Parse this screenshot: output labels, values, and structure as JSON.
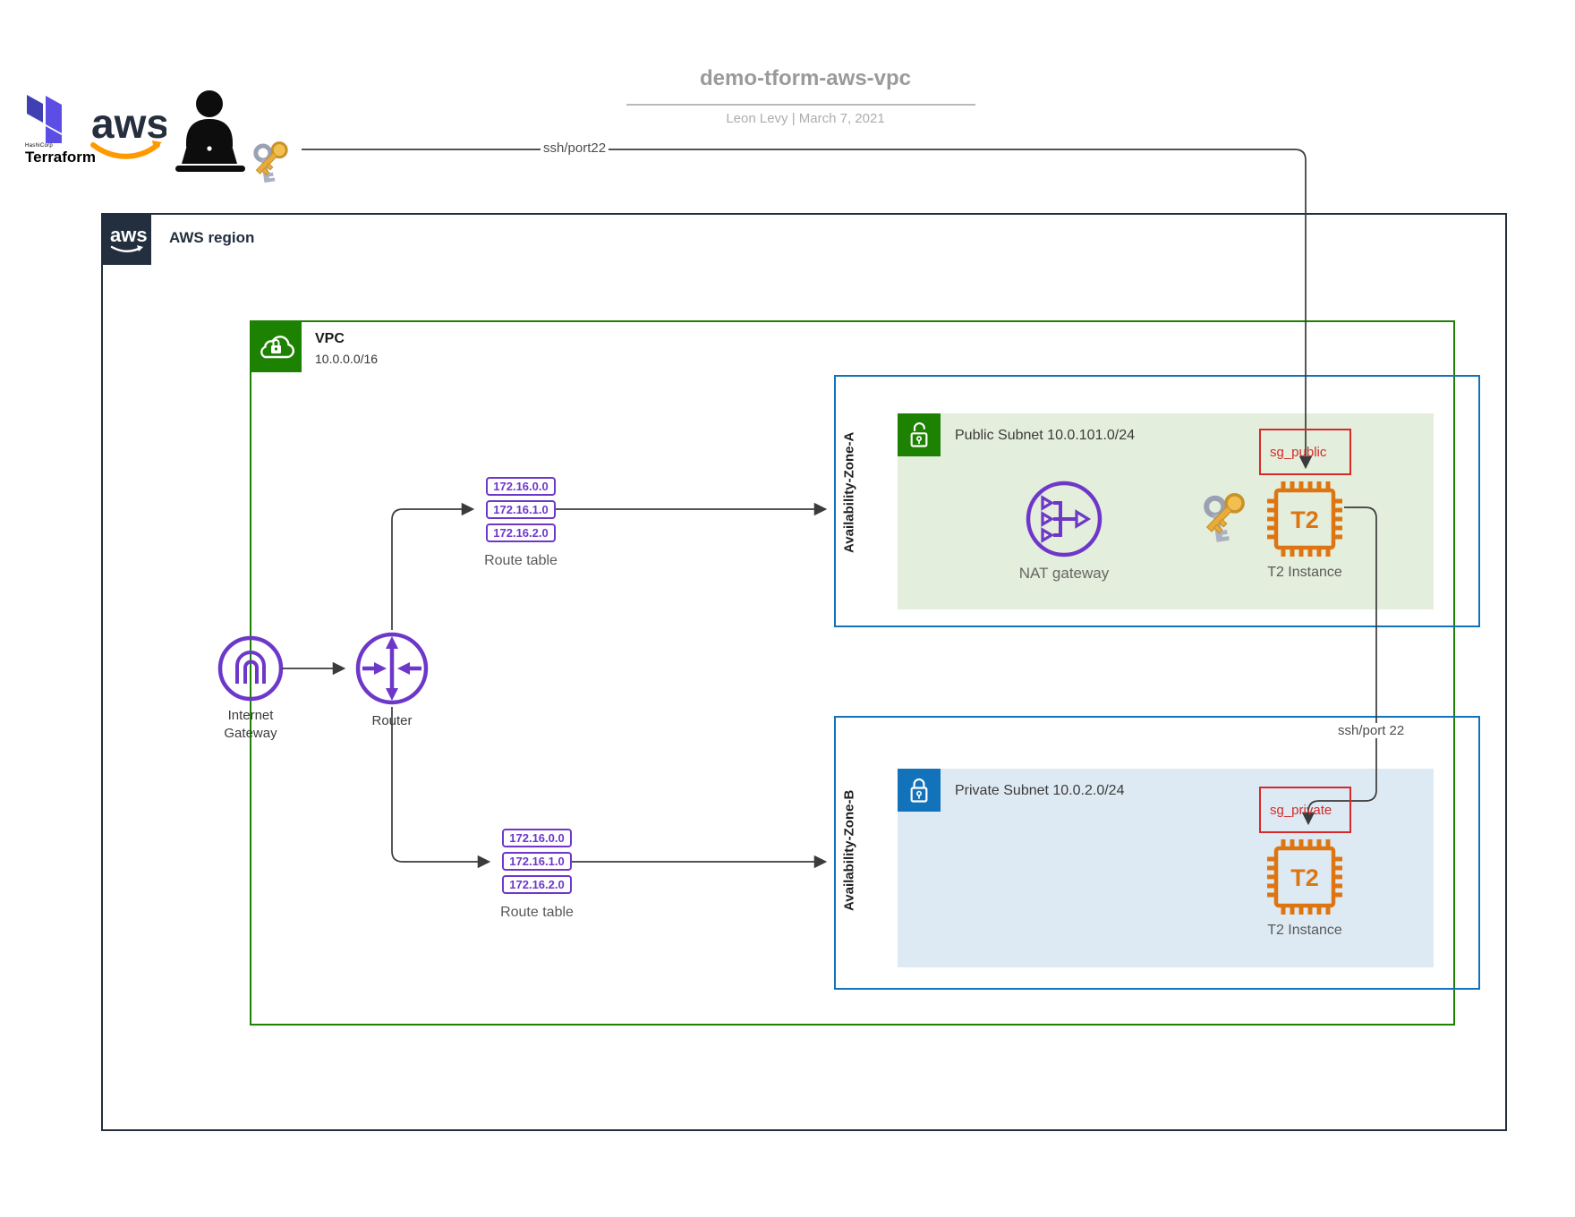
{
  "header": {
    "title": "demo-tform-aws-vpc",
    "subtitle": "Leon Levy  |  March 7, 2021",
    "terraform_brand": "HashiCorp",
    "terraform_name": "Terraform",
    "aws_logo_text": "aws"
  },
  "connections": {
    "ssh_top_label": "ssh/port22",
    "ssh_mid_label": "ssh/port 22"
  },
  "region": {
    "badge_text": "aws",
    "label": "AWS region"
  },
  "vpc": {
    "label": "VPC",
    "cidr": "10.0.0.0/16"
  },
  "gateway": {
    "line1": "Internet",
    "line2": "Gateway"
  },
  "router": {
    "label": "Router"
  },
  "route_tables": {
    "a": {
      "entries": [
        "172.16.0.0",
        "172.16.1.0",
        "172.16.2.0"
      ],
      "label": "Route table"
    },
    "b": {
      "entries": [
        "172.16.0.0",
        "172.16.1.0",
        "172.16.2.0"
      ],
      "label": "Route table"
    }
  },
  "zones": {
    "a": {
      "label": "Availability-Zone-A",
      "subnet_title": "Public Subnet 10.0.101.0/24",
      "nat_label": "NAT gateway",
      "sg_label": "sg_public",
      "chip_text": "T2",
      "instance_label": "T2 Instance"
    },
    "b": {
      "label": "Availability-Zone-B",
      "subnet_title": "Private Subnet 10.0.2.0/24",
      "sg_label": "sg_private",
      "chip_text": "T2",
      "instance_label": "T2 Instance"
    }
  },
  "colors": {
    "aws_dark": "#232F3E",
    "vpc_green": "#1D8102",
    "az_blue": "#1273BA",
    "subnet_public_bg": "#E4EEDC",
    "subnet_private_bg": "#DEEAF3",
    "route_purple": "#6D38C9",
    "icon_purple": "#6D38C9",
    "sg_red": "#D42A2A",
    "instance_orange": "#DD7612",
    "terraform_purple": "#5C4EE5",
    "terraform_indigo": "#4040B2",
    "aws_orange": "#FF9900",
    "line_gray": "#3B3B3B"
  }
}
